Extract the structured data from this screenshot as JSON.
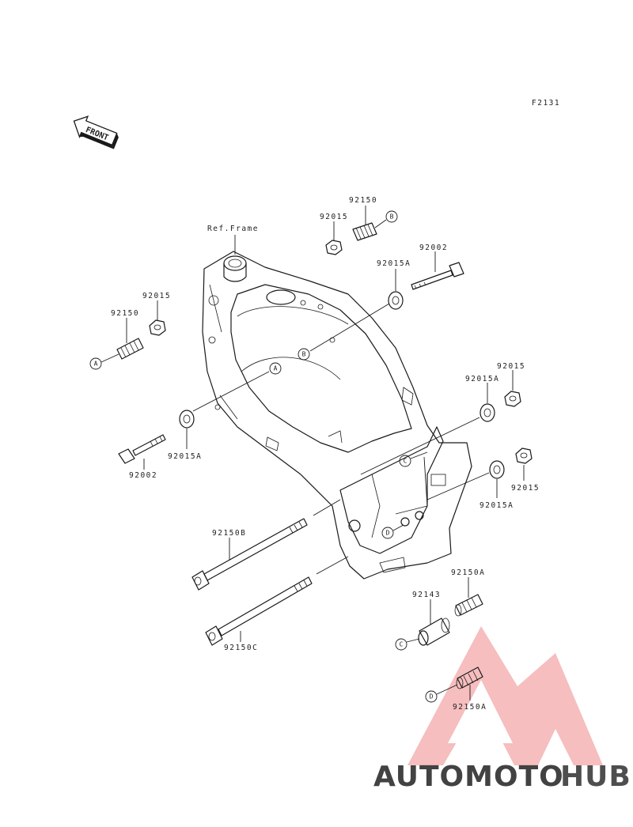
{
  "diagram_code": "F2131",
  "front_label": "FRONT",
  "ref_frame_label": "Ref.Frame",
  "callouts": {
    "a": "A",
    "b": "B",
    "c": "C",
    "d": "D"
  },
  "part_numbers": {
    "p92150_top": "92150",
    "p92015_top": "92015",
    "p92002_top": "92002",
    "p92015A_top": "92015A",
    "p92015_left": "92015",
    "p92150_left": "92150",
    "p92015A_left": "92015A",
    "p92002_left": "92002",
    "p92015_right": "92015",
    "p92015A_right": "92015A",
    "p92015_right2": "92015",
    "p92015A_right2": "92015A",
    "p92150B": "92150B",
    "p92150C": "92150C",
    "p92150A_top": "92150A",
    "p92143": "92143",
    "p92150A_bottom": "92150A"
  },
  "watermark": {
    "part1": "AUTOMOTO",
    "part2": "HUB",
    "color_orange": "#f4a640",
    "color_red": "#e85a5a",
    "color_dark": "#4a4a4a"
  }
}
